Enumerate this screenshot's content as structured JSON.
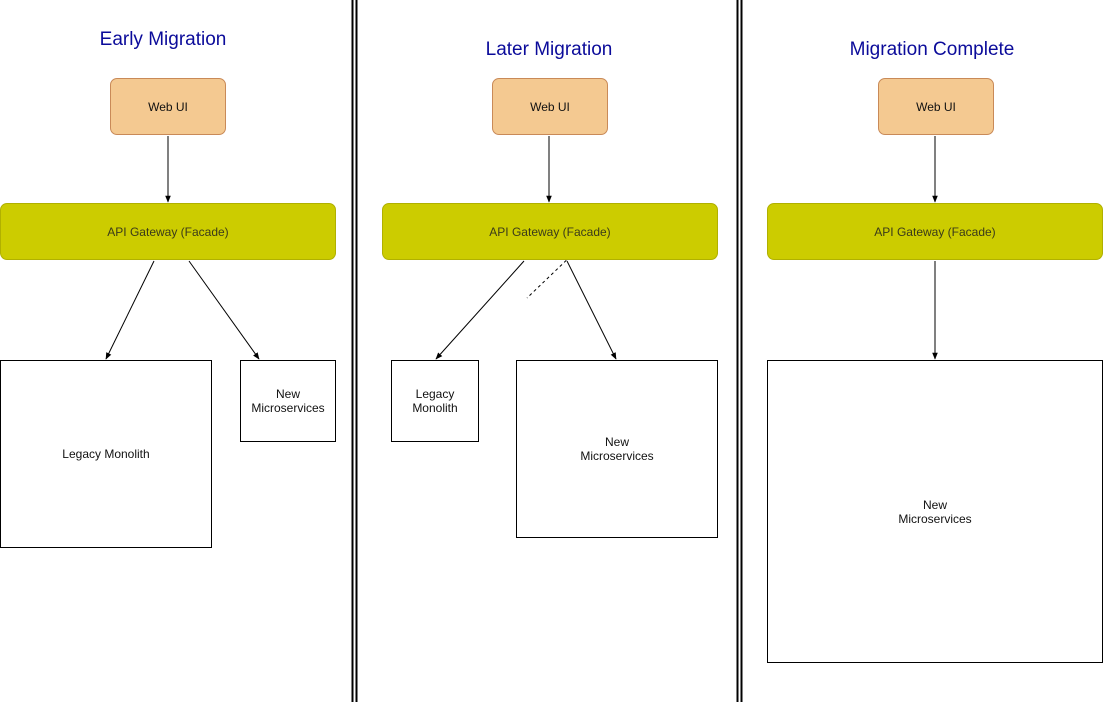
{
  "panels": [
    {
      "title": "Early Migration",
      "web_ui": "Web UI",
      "gateway": "API Gateway (Facade)",
      "legacy": "Legacy Monolith",
      "micro": "New\nMicroservices"
    },
    {
      "title": "Later Migration",
      "web_ui": "Web UI",
      "gateway": "API Gateway (Facade)",
      "legacy": "Legacy Monolith",
      "micro": "New\nMicroservices"
    },
    {
      "title": "Migration Complete",
      "web_ui": "Web UI",
      "gateway": "API Gateway (Facade)",
      "micro": "New\nMicroservices"
    }
  ],
  "colors": {
    "title": "#0b0b9a",
    "web_ui_fill": "#f4c991",
    "web_ui_border": "#c98a58",
    "gateway_fill": "#cccc00",
    "box_border": "#000000"
  }
}
